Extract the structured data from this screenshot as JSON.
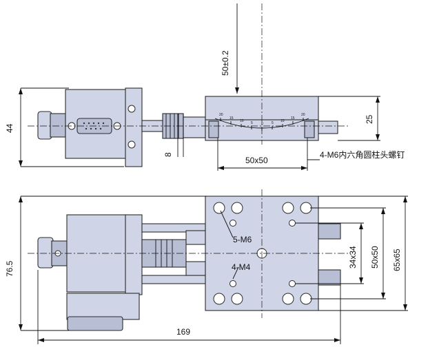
{
  "dimensions": {
    "travel": "50±0.2",
    "height": "44",
    "top_height": "25",
    "gap": "8",
    "table_size_top": "50x50",
    "screw_note": "4-M6内六角圆柱头螺钉",
    "holes_m6": "5-M6",
    "holes_m4": "4-M4",
    "depth": "76.5",
    "length": "169",
    "pitch_34": "34x34",
    "pitch_50": "50x50",
    "body_65": "65x65"
  },
  "scale": {
    "ticks_left": [
      "20",
      "15",
      "10",
      "5",
      "0",
      "5",
      "10",
      "15",
      "20"
    ]
  }
}
